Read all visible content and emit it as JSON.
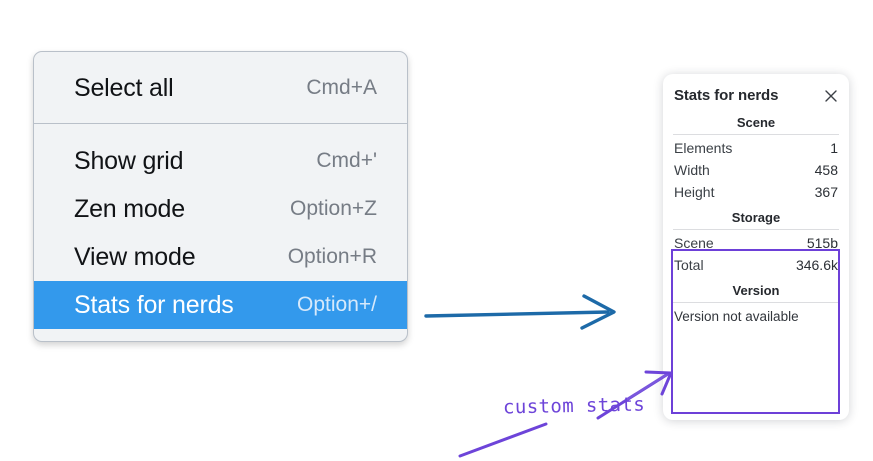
{
  "menu": {
    "sections": [
      {
        "items": [
          {
            "label": "Select all",
            "shortcut": "Cmd+A",
            "selected": false
          }
        ]
      },
      {
        "items": [
          {
            "label": "Show grid",
            "shortcut": "Cmd+'",
            "selected": false
          },
          {
            "label": "Zen mode",
            "shortcut": "Option+Z",
            "selected": false
          },
          {
            "label": "View mode",
            "shortcut": "Option+R",
            "selected": false
          },
          {
            "label": "Stats for nerds",
            "shortcut": "Option+/",
            "selected": true
          }
        ]
      }
    ],
    "selected_color": "#3399ec",
    "background_color": "#f1f3f5"
  },
  "stats_panel": {
    "title": "Stats for nerds",
    "close_icon": "close-icon",
    "sections": [
      {
        "heading": "Scene",
        "rows": [
          {
            "key": "Elements",
            "value": "1"
          },
          {
            "key": "Width",
            "value": "458"
          },
          {
            "key": "Height",
            "value": "367"
          }
        ]
      },
      {
        "heading": "Storage",
        "rows": [
          {
            "key": "Scene",
            "value": "515b"
          },
          {
            "key": "Total",
            "value": "346.6k"
          }
        ]
      },
      {
        "heading": "Version",
        "note": "Version not available"
      }
    ],
    "highlight_color": "#6d40d8"
  },
  "annotations": {
    "blue_arrow": {
      "icon": "right-arrow-icon",
      "color": "#1d6aa8"
    },
    "purple_note": {
      "text": "custom stats",
      "color": "#6d44d9"
    }
  }
}
